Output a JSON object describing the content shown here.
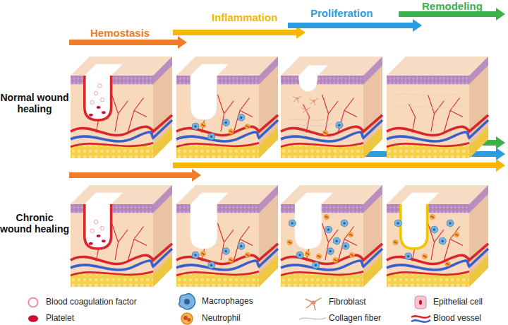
{
  "diagram": {
    "labels": [
      "Hemostasis",
      "Inflammation",
      "Proliferation",
      "Remodeling",
      "Normal wound healing",
      "Chronic wound healing"
    ],
    "legend": [
      {
        "text": "Blood coagulation factor"
      },
      {
        "text": "Macrophages"
      },
      {
        "text": "Fibroblast"
      },
      {
        "text": "Epithelial cell"
      },
      {
        "text": "Platelet"
      },
      {
        "text": "Neutrophil"
      },
      {
        "text": "Collagen fiber"
      },
      {
        "text": "Blood vessel"
      }
    ]
  }
}
